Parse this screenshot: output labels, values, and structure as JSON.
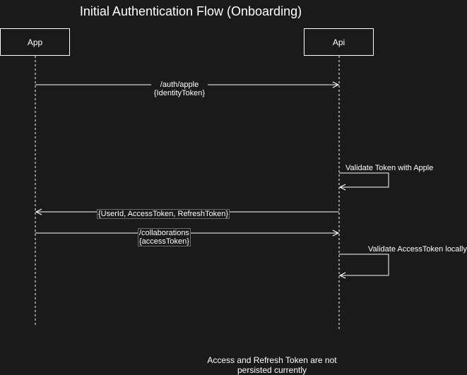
{
  "title": "Initial Authentication Flow (Onboarding)",
  "actors": {
    "app": "App",
    "api": "Api"
  },
  "messages": {
    "auth_apple": {
      "line1": "/auth/apple",
      "line2": "{IdentityToken}"
    },
    "validate_apple": "Validate Token with Apple",
    "tokens_response": "{UserId, AccessToken, RefreshToken}",
    "collaborations": {
      "line1": "/collaborations",
      "line2": "{accessToken}"
    },
    "validate_access": "Validate AccessToken locally"
  },
  "note": {
    "line1": "Access and Refresh Token are not",
    "line2": "persisted currently"
  },
  "colors": {
    "background": "#1a1a1a",
    "line": "#ffffff",
    "label_border": "#6a6a6a"
  }
}
